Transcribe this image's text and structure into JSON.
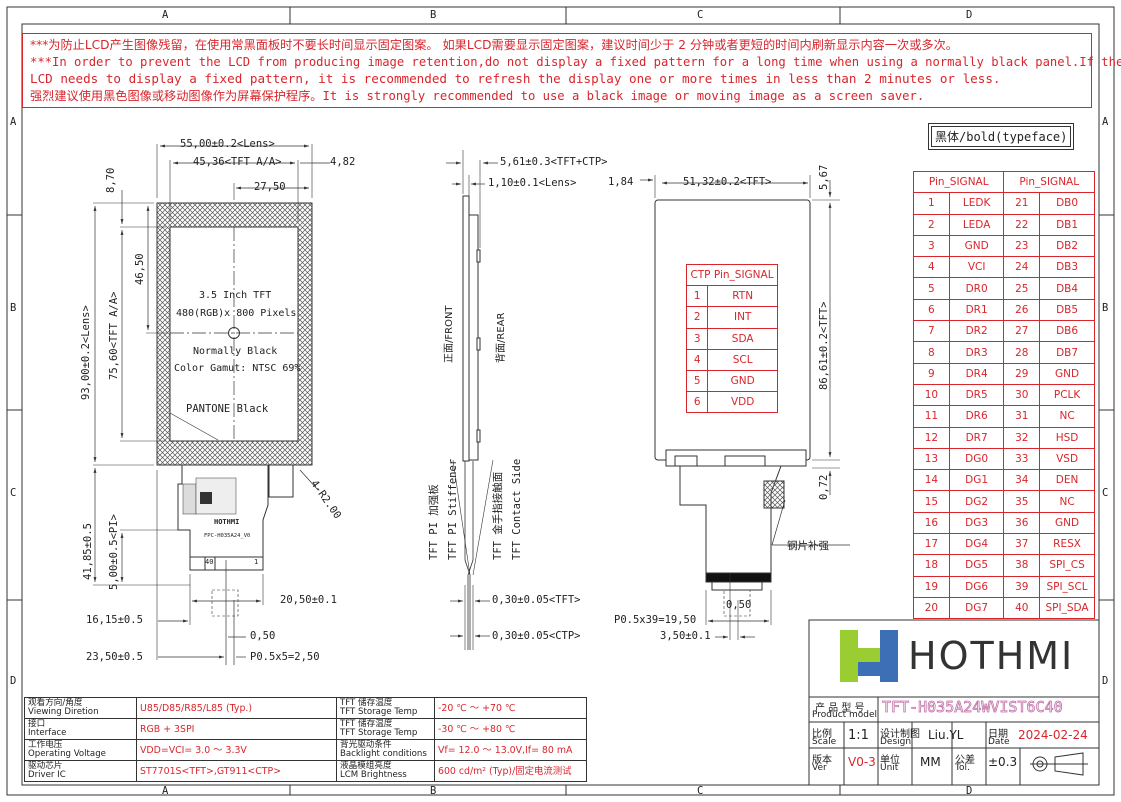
{
  "grid": {
    "cols": [
      "A",
      "B",
      "C",
      "D"
    ],
    "rows": [
      "A",
      "B",
      "C",
      "D"
    ]
  },
  "warnings": {
    "line1": "***为防止LCD产生图像残留，在使用常黑面板时不要长时间显示固定图案。 如果LCD需要显示固定图案，建议时间少于 2 分钟或者更短的时间内刷新显示内容一次或多次。",
    "line2": "***In order to prevent the LCD from producing image retention,do not display a fixed pattern for a long time when using a normally black panel.If the",
    "line3": " LCD needs to display a fixed pattern, it is recommended to refresh the display one or more times in less than 2 minutes or less.",
    "line4": "强烈建议使用黑色图像或移动图像作为屏幕保护程序。It is strongly recommended to use a black image or moving image as a screen saver."
  },
  "typeface_label": "黑体/bold(typeface)",
  "front_view": {
    "dim_lens_w": "55,00±0.2<Lens>",
    "dim_tft_aa_w": "45,36<TFT A/A>",
    "dim_right": "4,82",
    "dim_half_w": "27,50",
    "dim_top": "8,70",
    "dim_lens_h": "93,00±0.2<Lens>",
    "dim_tft_aa_h": "75,60<TFT A/A>",
    "dim_half_h": "46,50",
    "screen_line1": "3.5 Inch TFT",
    "screen_line2": "480(RGB)x 800 Pixels",
    "screen_line3": "Normally Black",
    "screen_line4": "Color Gamut: NTSC 69%",
    "pantone": "PANTONE Black",
    "radius": "4-R2.00",
    "dim_fpc_h": "41,85±0.5",
    "dim_fpc_pi": "5,00±0.5<PI>",
    "fpc_label": "FPC-H035A24_V0",
    "fpc_logo": "HOTHMI",
    "fpc_pin40": "40",
    "fpc_pin1": "1",
    "dim_fpc_w": "20,50±0.1",
    "dim_1615": "16,15±0.5",
    "dim_050": "0,50",
    "dim_2350": "23,50±0.5",
    "dim_pitch": "P0.5x5=2,50"
  },
  "side_view": {
    "dim_total": "5,61±0.3<TFT+CTP>",
    "dim_lens_t": "1,10±0.1<Lens>",
    "front_label": "正面/FRONT",
    "rear_label": "背面/REAR",
    "stiffener_cn": "TFT PI 加强板",
    "stiffener_en": "TFT PI Stiffener",
    "contact_cn": "TFT 金手指接触面",
    "contact_en": "TFT Contact Side",
    "dim_tft_t": "0,30±0.05<TFT>",
    "dim_ctp_t": "0,30±0.05<CTP>"
  },
  "rear_view": {
    "dim_left": "1,84",
    "dim_tft_w": "51,32±0.2<TFT>",
    "dim_top": "5,67",
    "dim_tft_h": "86,61±0.2<TFT>",
    "dim_072": "0,72",
    "steel_label": "钢片补强",
    "dim_pitch": "P0.5x39=19,50",
    "dim_050": "0,50",
    "dim_350": "3,50±0.1"
  },
  "ctp_table": {
    "header": "CTP Pin_SIGNAL",
    "rows": [
      [
        "1",
        "RTN"
      ],
      [
        "2",
        "INT"
      ],
      [
        "3",
        "SDA"
      ],
      [
        "4",
        "SCL"
      ],
      [
        "5",
        "GND"
      ],
      [
        "6",
        "VDD"
      ]
    ]
  },
  "pin_table": {
    "header1": "Pin_SIGNAL",
    "header2": "Pin_SIGNAL",
    "rows": [
      [
        "1",
        "LEDK",
        "21",
        "DB0"
      ],
      [
        "2",
        "LEDA",
        "22",
        "DB1"
      ],
      [
        "3",
        "GND",
        "23",
        "DB2"
      ],
      [
        "4",
        "VCI",
        "24",
        "DB3"
      ],
      [
        "5",
        "DR0",
        "25",
        "DB4"
      ],
      [
        "6",
        "DR1",
        "26",
        "DB5"
      ],
      [
        "7",
        "DR2",
        "27",
        "DB6"
      ],
      [
        "8",
        "DR3",
        "28",
        "DB7"
      ],
      [
        "9",
        "DR4",
        "29",
        "GND"
      ],
      [
        "10",
        "DR5",
        "30",
        "PCLK"
      ],
      [
        "11",
        "DR6",
        "31",
        "NC"
      ],
      [
        "12",
        "DR7",
        "32",
        "HSD"
      ],
      [
        "13",
        "DG0",
        "33",
        "VSD"
      ],
      [
        "14",
        "DG1",
        "34",
        "DEN"
      ],
      [
        "15",
        "DG2",
        "35",
        "NC"
      ],
      [
        "16",
        "DG3",
        "36",
        "GND"
      ],
      [
        "17",
        "DG4",
        "37",
        "RESX"
      ],
      [
        "18",
        "DG5",
        "38",
        "SPI_CS"
      ],
      [
        "19",
        "DG6",
        "39",
        "SPI_SCL"
      ],
      [
        "20",
        "DG7",
        "40",
        "SPI_SDA"
      ]
    ]
  },
  "specs": [
    {
      "cn1": "观看方向/角度",
      "en1": "Viewing Diretion",
      "v1": "U85/D85/R85/L85 (Typ.)",
      "cn2": "TFT 储存温度",
      "en2": "TFT Storage Temp",
      "v2": "-20 ℃ ～ +70 ℃"
    },
    {
      "cn1": "接口",
      "en1": "Interface",
      "v1": "RGB + 3SPI",
      "cn2": "TFT 储存温度",
      "en2": "TFT Storage Temp",
      "v2": "-30 ℃ ～ +80 ℃"
    },
    {
      "cn1": "工作电压",
      "en1": "Operating Voltage",
      "v1": "VDD=VCI= 3.0 ～ 3.3V",
      "cn2": "背光驱动条件",
      "en2": "Backlight conditions",
      "v2": "Vf= 12.0 ～ 13.0V,If= 80 mA"
    },
    {
      "cn1": "驱动芯片",
      "en1": "Driver IC",
      "v1": "ST7701S<TFT>,GT911<CTP>",
      "cn2": "液晶模组亮度",
      "en2": "LCM Brightness",
      "v2": "600 cd/m² (Typ)/固定电流测试"
    }
  ],
  "title_block": {
    "logo": "HOTHMI",
    "model_cn": "产 品 型 号",
    "model_en": "Product model",
    "model_value": "TFT-H035A24WVIST6C40",
    "scale_cn": "比例",
    "scale_en": "Scale",
    "scale_value": "1:1",
    "design_cn": "设计制图",
    "design_en": "Design",
    "design_value": "Liu.YL",
    "date_cn": "日期",
    "date_en": "Date",
    "date_value": "2024-02-24",
    "ver_cn": "版本",
    "ver_en": "Ver",
    "ver_value": "V0-3",
    "unit_cn": "单位",
    "unit_en": "Unit",
    "unit_value": "MM",
    "tol_cn": "公差",
    "tol_en": "Tol.",
    "tol_value": "±0.3"
  },
  "colors": {
    "red": "#d8262c",
    "line": "#333333",
    "hatch": "#555555",
    "logo_green": "#9acd32",
    "logo_blue": "#3d6fb6",
    "model_pink": "#c26fa8"
  }
}
